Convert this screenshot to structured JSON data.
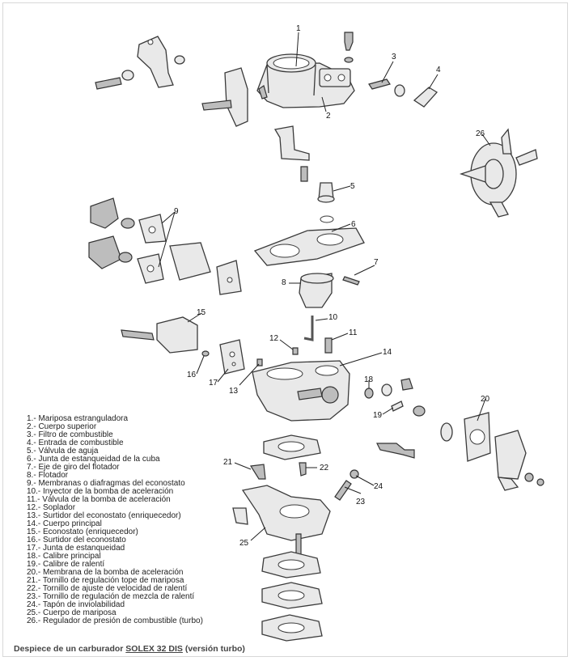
{
  "callouts": [
    "1",
    "2",
    "3",
    "4",
    "5",
    "6",
    "7",
    "8",
    "9",
    "10",
    "11",
    "12",
    "13",
    "14",
    "15",
    "16",
    "17",
    "18",
    "19",
    "20",
    "21",
    "22",
    "23",
    "24",
    "25",
    "26"
  ],
  "legend": [
    "1.- Mariposa estranguladora",
    "2.- Cuerpo superior",
    "3.- Filtro de combustible",
    "4.- Entrada de combustible",
    "5.- Válvula de aguja",
    "6.- Junta de estanqueidad de la cuba",
    "7.- Eje de giro del flotador",
    "8.- Flotador",
    "9.- Membranas o diafragmas del econostato",
    "10.- Inyector de la bomba de aceleración",
    "11.- Válvula de la bomba de aceleración",
    "12.- Soplador",
    "13.- Surtidor del econostato (enriquecedor)",
    "14.- Cuerpo principal",
    "15.- Econostato (enriquecedor)",
    "16.- Surtidor del econostato",
    "17.- Junta de estanqueidad",
    "18.- Calibre principal",
    "19.- Calibre de ralentí",
    "20.- Membrana de la bomba de aceleración",
    "21.- Tornillo de regulación tope de mariposa",
    "22.- Tornillo de ajuste de velocidad de ralentí",
    "23.- Tornillo de regulación de mezcla de ralentí",
    "24.- Tapón de inviolabilidad",
    "25.- Cuerpo de mariposa",
    "26.- Regulador de presión de combustible (turbo)"
  ],
  "caption": {
    "prefix": "Despiece de un carburador ",
    "model": "SOLEX 32 DIS",
    "suffix": " (versión turbo)"
  }
}
